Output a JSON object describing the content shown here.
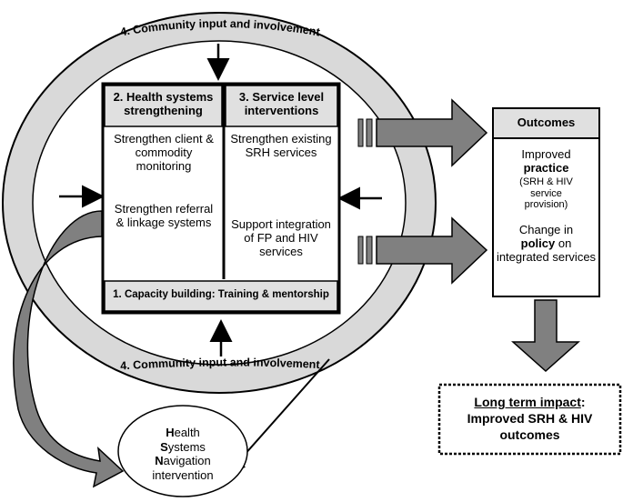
{
  "community_top": "4. Community input and involvement",
  "community_bottom": "4. Community input and involvement",
  "box2_title": "2. Health systems strengthening",
  "box2_item1": "Strengthen client & commodity monitoring",
  "box2_item2": "Strengthen referral & linkage systems",
  "box3_title": "3. Service level interventions",
  "box3_item1": "Strengthen existing SRH services",
  "box3_item2": "Support integration of FP and HIV services",
  "box1_title": "1. Capacity building: Training & mentorship",
  "outcomes": {
    "title": "Outcomes",
    "item1_prefix": "Improved",
    "item1_bold": "practice",
    "item1_note": "(SRH & HIV service provision)",
    "item2_prefix": "Change in",
    "item2_bold": "policy",
    "item2_suffix": "on integrated services"
  },
  "long_term": {
    "label": "Long term impact",
    "colon": ":",
    "line": "Improved SRH & HIV outcomes"
  },
  "hsn": {
    "l1_initial": "H",
    "l1_rest": "ealth",
    "l2_initial": "S",
    "l2_rest": "ystems",
    "l3_initial": "N",
    "l3_rest": "avigation",
    "l4": "intervention"
  },
  "colors": {
    "ring": "#d9d9d9",
    "arrow": "#808080",
    "panel": "#e0e0e0"
  }
}
